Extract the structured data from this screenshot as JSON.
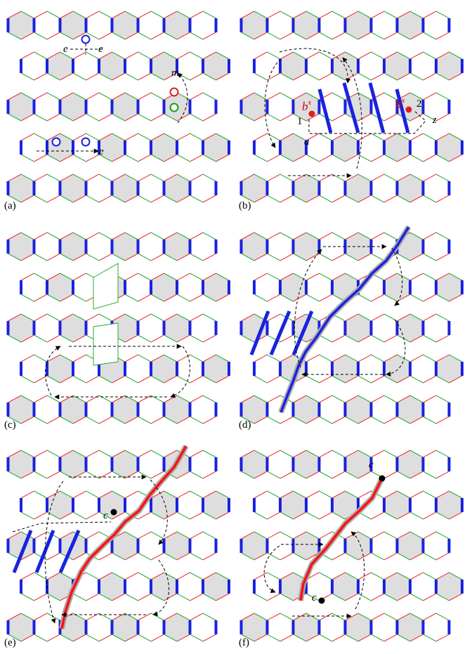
{
  "colors": {
    "hex_fill": "#dedede",
    "edge_red": "#e8313a",
    "edge_green": "#2ea83a",
    "edge_blue": "#1a22e0",
    "string_gray": "#aaaaaa",
    "string_red": "#ff1010",
    "marker_blue": "#1a22e0",
    "marker_red": "#e02020",
    "marker_green": "#1aa01a"
  },
  "panels": [
    {
      "label": "(a)",
      "annotations": [
        {
          "text": "e",
          "kind": "italic"
        },
        {
          "text": "e",
          "kind": "italic"
        },
        {
          "text": "m",
          "kind": "italic"
        },
        {
          "text": "e",
          "kind": "italic"
        }
      ]
    },
    {
      "label": "(b)",
      "annotations": [
        {
          "text": "b",
          "sup": "x",
          "kind": "red"
        },
        {
          "text": "b",
          "sup": "x",
          "kind": "red"
        },
        {
          "text": "1",
          "kind": "plain"
        },
        {
          "text": "2",
          "kind": "plain"
        },
        {
          "text": "a",
          "kind": "italic"
        },
        {
          "text": "z",
          "kind": "italic"
        }
      ]
    },
    {
      "label": "(c)",
      "annotations": []
    },
    {
      "label": "(d)",
      "annotations": []
    },
    {
      "label": "(e)",
      "annotations": [
        {
          "text": "c",
          "kind": "italic"
        }
      ]
    },
    {
      "label": "(f)",
      "annotations": [
        {
          "text": "c",
          "kind": "italic"
        },
        {
          "text": "c",
          "kind": "italic"
        }
      ]
    }
  ]
}
